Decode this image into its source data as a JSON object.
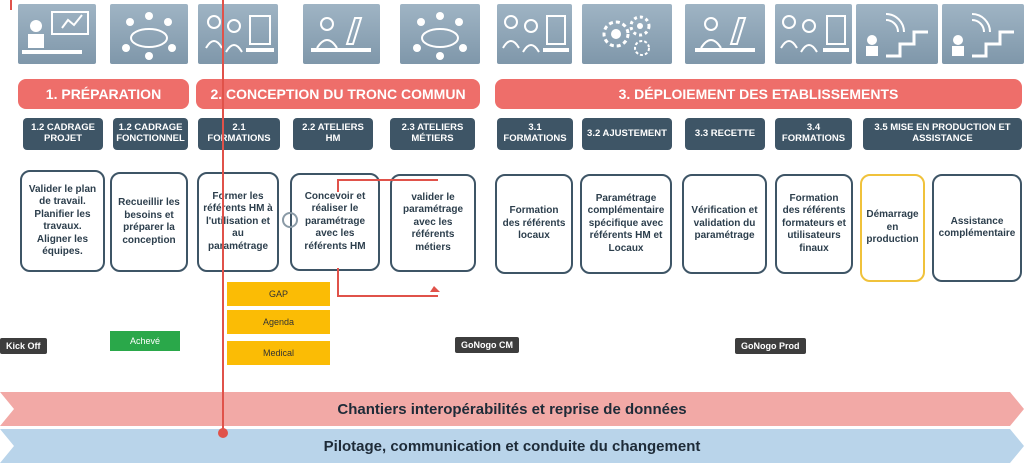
{
  "phases": [
    {
      "label": "1. PRÉPARATION"
    },
    {
      "label": "2. CONCEPTION DU TRONC COMMUN"
    },
    {
      "label": "3. DÉPLOIEMENT DES ETABLISSEMENTS"
    }
  ],
  "steps": [
    {
      "label": "1.2 CADRAGE PROJET"
    },
    {
      "label": "1.2 CADRAGE FONCTIONNEL"
    },
    {
      "label": "2.1 FORMATIONS"
    },
    {
      "label": "2.2 ATELIERS HM"
    },
    {
      "label": "2.3 ATELIERS MÉTIERS"
    },
    {
      "label": "3.1 FORMATIONS"
    },
    {
      "label": "3.2 AJUSTEMENT"
    },
    {
      "label": "3.3 RECETTE"
    },
    {
      "label": "3.4 FORMATIONS"
    },
    {
      "label": "3.5 MISE EN PRODUCTION ET ASSISTANCE"
    }
  ],
  "cards": [
    {
      "text": "Valider le plan de travail. Planifier les travaux. Aligner les équipes."
    },
    {
      "text": "Recueillir les besoins et préparer la conception"
    },
    {
      "text": "Former les référents HM à l'utilisation et au paramétrage"
    },
    {
      "text": "Concevoir et réaliser le paramétrage avec les référents HM"
    },
    {
      "text": "valider le paramétrage avec les référents métiers"
    },
    {
      "text": "Formation des référents locaux"
    },
    {
      "text": "Paramétrage complémentaire spécifique avec référents HM et Locaux"
    },
    {
      "text": "Vérification et validation du paramétrage"
    },
    {
      "text": "Formation des référents formateurs et utilisateurs finaux"
    },
    {
      "text": "Démarrage en production"
    },
    {
      "text": "Assistance complémentaire"
    }
  ],
  "modules": [
    {
      "label": "GAP"
    },
    {
      "label": "Agenda"
    },
    {
      "label": "Medical"
    }
  ],
  "status": {
    "label": "Achevé"
  },
  "milestones": [
    {
      "label": "Kick Off"
    },
    {
      "label": "GoNogo CM"
    },
    {
      "label": "GoNogo Prod"
    }
  ],
  "banners": [
    {
      "label": "Chantiers interopérabilités et reprise de données"
    },
    {
      "label": "Pilotage, communication et conduite du changement"
    }
  ],
  "colors": {
    "phase": "#ee6e6a",
    "step": "#3e5566",
    "module": "#fbbc05",
    "status": "#2aa84a",
    "banner_red": "#f2a9a6",
    "banner_blue": "#b9d4ea",
    "timeline": "#e0524a"
  },
  "icons": [
    "meeting-presentation-icon",
    "round-table-icon",
    "training-icon",
    "computer-work-icon",
    "round-table-icon",
    "training-icon",
    "gears-icon",
    "computer-work-icon",
    "training-icon",
    "wifi-stairs-icon",
    "wifi-stairs-icon"
  ]
}
